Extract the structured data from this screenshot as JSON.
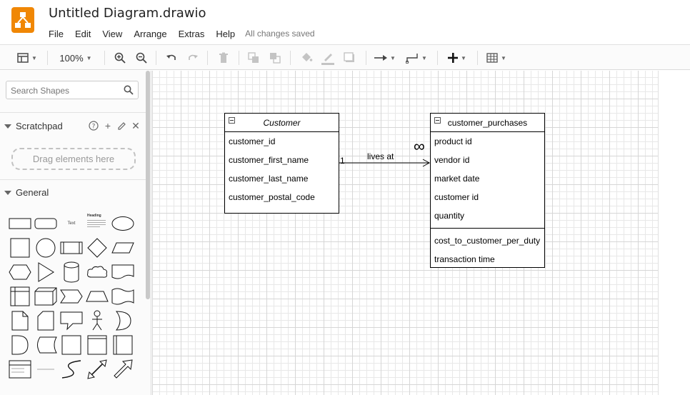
{
  "app": {
    "title": "Untitled Diagram.drawio",
    "save_status": "All changes saved",
    "menu": [
      "File",
      "Edit",
      "View",
      "Arrange",
      "Extras",
      "Help"
    ]
  },
  "toolbar": {
    "zoom": "100%",
    "icons": [
      "format-panel-icon",
      "zoom-in-icon",
      "zoom-out-icon",
      "undo-icon",
      "redo-icon",
      "delete-icon",
      "to-front-icon",
      "to-back-icon",
      "fill-color-icon",
      "line-color-icon",
      "shadow-icon",
      "connection-icon",
      "waypoints-icon",
      "insert-icon",
      "table-icon"
    ]
  },
  "sidebar": {
    "search_placeholder": "Search Shapes",
    "scratchpad_label": "Scratchpad",
    "drag_hint": "Drag elements here",
    "general_label": "General",
    "shape_text_label": "Text",
    "shape_heading_label": "Heading"
  },
  "diagram": {
    "customer": {
      "title": "Customer",
      "fields": [
        "customer_id",
        "customer_first_name",
        "customer_last_name",
        "customer_postal_code"
      ]
    },
    "purchases": {
      "title": "customer_purchases",
      "fields": [
        "product id",
        "vendor id",
        "market date",
        "customer id",
        "quantity"
      ],
      "extra_fields": [
        "cost_to_customer_per_duty",
        "transaction time"
      ]
    },
    "relation": {
      "label": "lives at",
      "source_cardinality": "1",
      "target_cardinality": "∞"
    }
  }
}
